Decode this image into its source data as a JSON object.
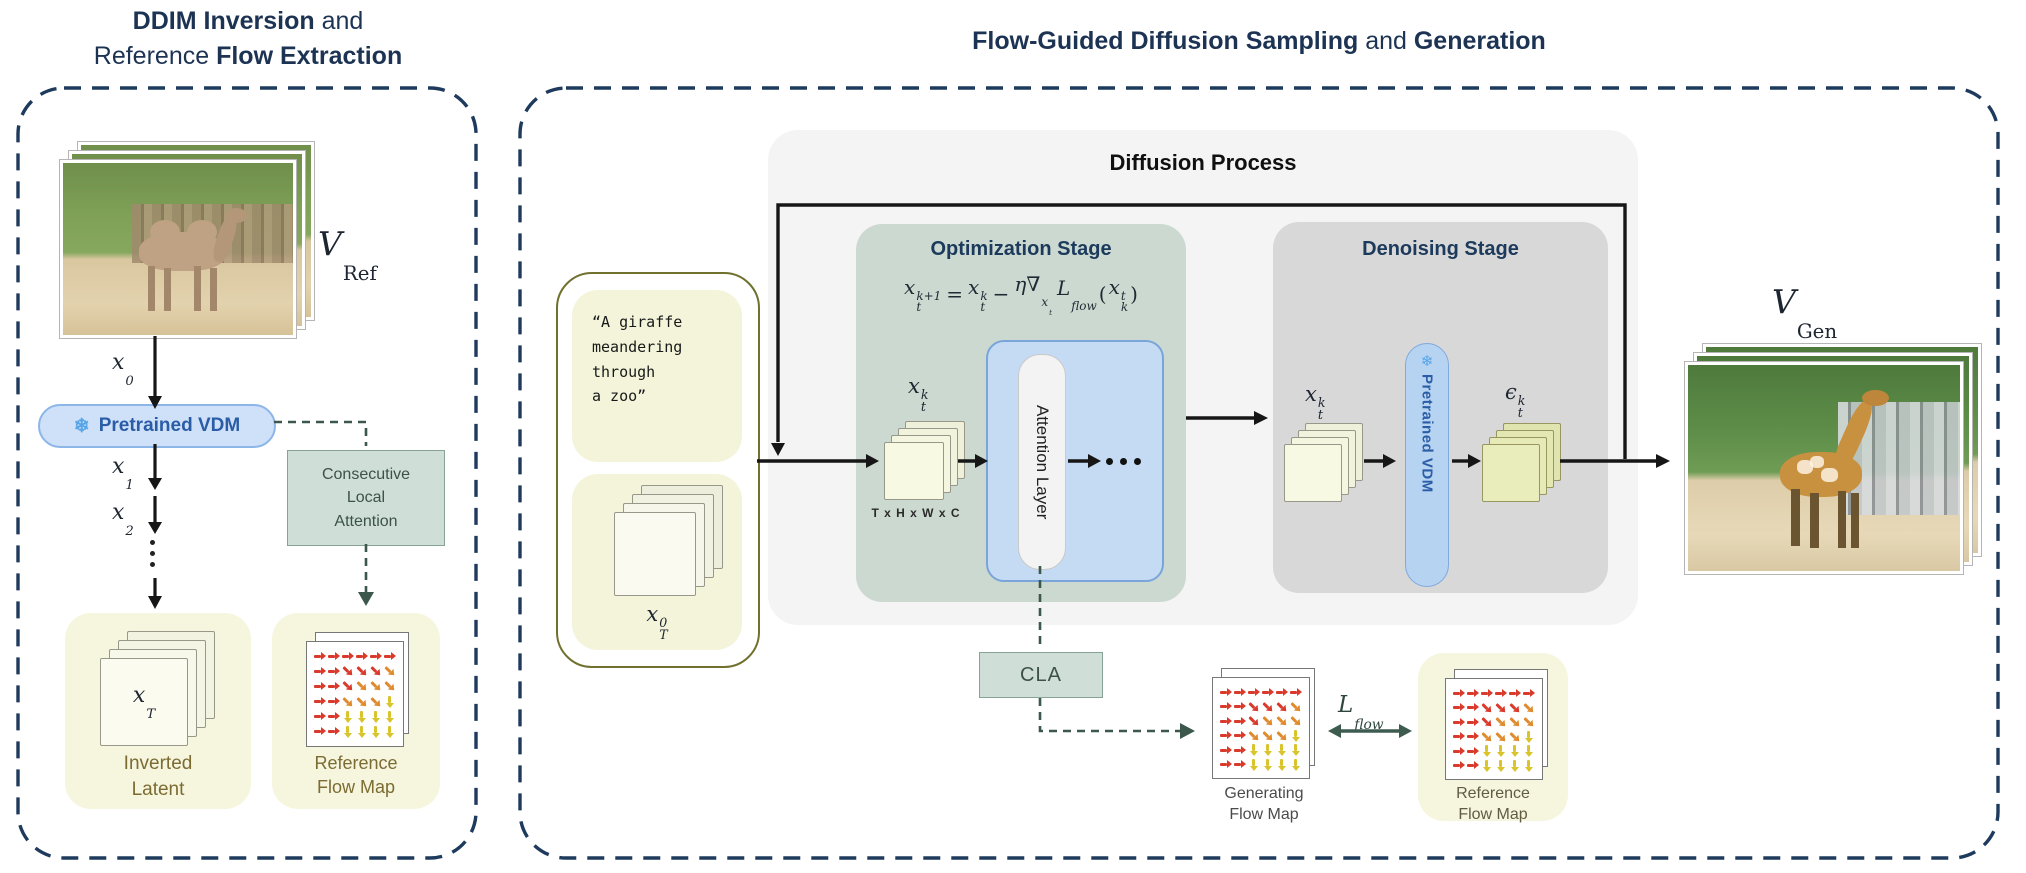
{
  "left_panel": {
    "title": {
      "line1_bold": "DDIM Inversion",
      "line1_rest": " and",
      "line2_rest": "Reference ",
      "line2_bold": "Flow Extraction"
    },
    "video_label": {
      "base": "V",
      "sub": "Ref"
    },
    "x0": {
      "base": "x",
      "sub": "0"
    },
    "x1": {
      "base": "x",
      "sub": "1"
    },
    "x2": {
      "base": "x",
      "sub": "2"
    },
    "vdm_pill": {
      "icon": "snowflake-icon",
      "snowflake": "❄",
      "label": "Pretrained VDM"
    },
    "consecutive_box": {
      "lines": [
        "Consecutive",
        "Local",
        "Attention"
      ]
    },
    "inverted_latent": {
      "frame_label": {
        "base": "x",
        "sub": "T"
      },
      "caption_line1": "Inverted",
      "caption_line2": "Latent"
    },
    "reference_flow_map": {
      "caption_line1": "Reference",
      "caption_line2": "Flow Map"
    }
  },
  "right_panel": {
    "title": {
      "bold1": "Flow-Guided Diffusion Sampling",
      "mid": " and ",
      "bold2": "Generation"
    },
    "prompt": {
      "lines": [
        "“A giraffe",
        "meandering",
        "through",
        "a zoo”"
      ]
    },
    "init_latent_label": {
      "base": "x",
      "sub": "T",
      "sup": "0"
    },
    "diffusion_process_title": "Diffusion Process",
    "optimization": {
      "title": "Optimization Stage",
      "formula": {
        "t1": {
          "base": "x",
          "sub": "t",
          "sup": "k+1"
        },
        "op1": "=",
        "t2": {
          "base": "x",
          "sub": "t",
          "sup": "k"
        },
        "op2": "−",
        "grad": {
          "base": "η∇",
          "sub": {
            "base": "x",
            "sub": "t"
          }
        },
        "loss": {
          "base": "L",
          "sub": "flow"
        },
        "open": "(",
        "arg": {
          "base": "x",
          "sub": "k",
          "sup": "t"
        },
        "close": ")"
      },
      "latent_label": {
        "base": "x",
        "sub": "t",
        "sup": "k"
      },
      "dims_label": "T x H x W x C",
      "attention_layer_label": "Attention Layer"
    },
    "denoising": {
      "title": "Denoising Stage",
      "latent_label": {
        "base": "x",
        "sub": "t",
        "sup": "k"
      },
      "vdm_pill": {
        "icon": "snowflake-icon",
        "snowflake": "❄",
        "label": "Pretrained VDM"
      },
      "eps_label": {
        "base": "ϵ",
        "sub": "t",
        "sup": "k"
      }
    },
    "cla_box_label": "CLA",
    "generating_flow_map": {
      "caption_line1": "Generating",
      "caption_line2": "Flow Map"
    },
    "loss_label": {
      "base": "L",
      "sub": "flow"
    },
    "reference_flow_map": {
      "caption_line1": "Reference",
      "caption_line2": "Flow Map"
    },
    "gen_label": {
      "base": "V",
      "sub": "Gen"
    }
  },
  "flow_map_grid": {
    "rows": [
      [
        "r.R",
        "r.R",
        "r.R",
        "r.R",
        "r.R",
        "r.R"
      ],
      [
        "r.R",
        "r.R",
        "dr.R",
        "dr.R",
        "dr.R",
        "dr.O"
      ],
      [
        "r.R",
        "r.R",
        "dr.R",
        "dr.O",
        "dr.O",
        "dr.O"
      ],
      [
        "r.R",
        "r.R",
        "dr.O",
        "dr.O",
        "dr.O",
        "d.Y"
      ],
      [
        "r.R",
        "r.R",
        "d.Y",
        "d.Y",
        "d.Y",
        "d.Y"
      ],
      [
        "r.R",
        "r.R",
        "d.Y",
        "d.Y",
        "d.Y",
        "d.Y"
      ]
    ],
    "palette": {
      "R": "#d93a2c",
      "O": "#df8b2e",
      "Y": "#d9c42c"
    }
  },
  "colors": {
    "navy_text": "#1c3353",
    "dashed_border": "#1e3a5c",
    "sage_fill": "#ccd9d1",
    "gray_stage_fill": "#d8d8d8",
    "container_fill": "#f4f4f4",
    "cream_fill": "#f5f6dd",
    "blue_container": "#c5daf3",
    "pill_blue": "#cfe1f8",
    "green_dash": "#3c584c",
    "line_black": "#161616"
  }
}
